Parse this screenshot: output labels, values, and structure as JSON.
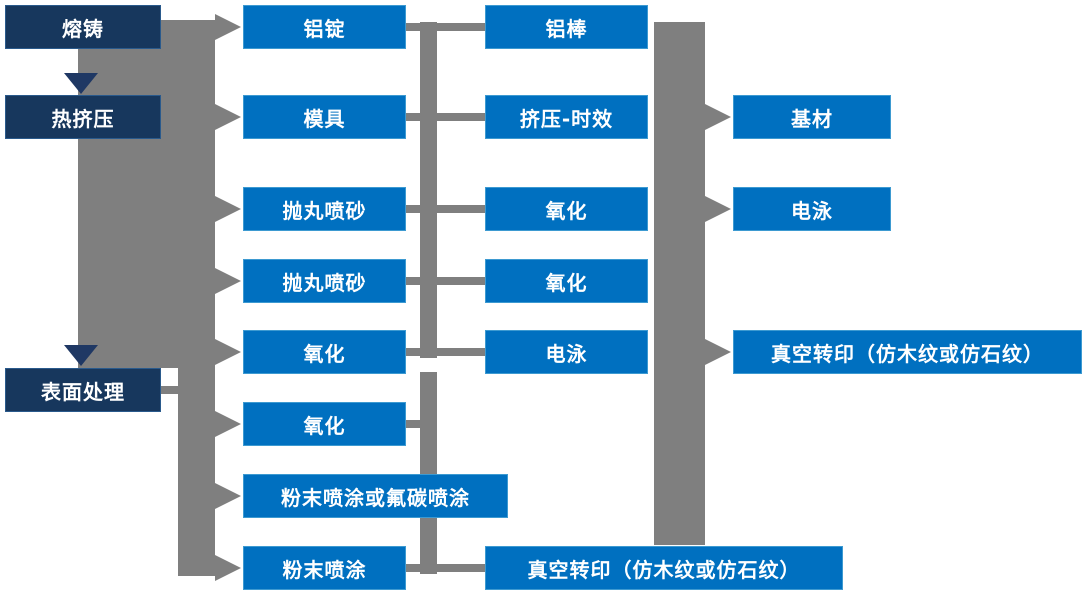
{
  "colors": {
    "stage_box": "#17375D",
    "process_box": "#0070C0",
    "connector_gray": "#7F7F7F",
    "down_arrow": "#1F3864",
    "box_text": "#FFFFFF",
    "background": "#FFFFFF"
  },
  "col1": [
    {
      "label": "熔铸"
    },
    {
      "label": "热挤压"
    },
    {
      "label": "表面处理"
    }
  ],
  "col2": [
    {
      "label": "铝锭"
    },
    {
      "label": "模具"
    },
    {
      "label": "抛丸喷砂"
    },
    {
      "label": "抛丸喷砂"
    },
    {
      "label": "氧化"
    },
    {
      "label": "氧化"
    },
    {
      "label": "粉末喷涂或氟碳喷涂"
    },
    {
      "label": "粉末喷涂"
    }
  ],
  "col3": [
    {
      "label": "铝棒"
    },
    {
      "label": "挤压-时效"
    },
    {
      "label": "氧化"
    },
    {
      "label": "氧化"
    },
    {
      "label": "电泳"
    },
    {
      "label": "真空转印（仿木纹或仿石纹）"
    }
  ],
  "col4": [
    {
      "label": "基材"
    },
    {
      "label": "电泳"
    },
    {
      "label": "真空转印（仿木纹或仿石纹）"
    }
  ]
}
